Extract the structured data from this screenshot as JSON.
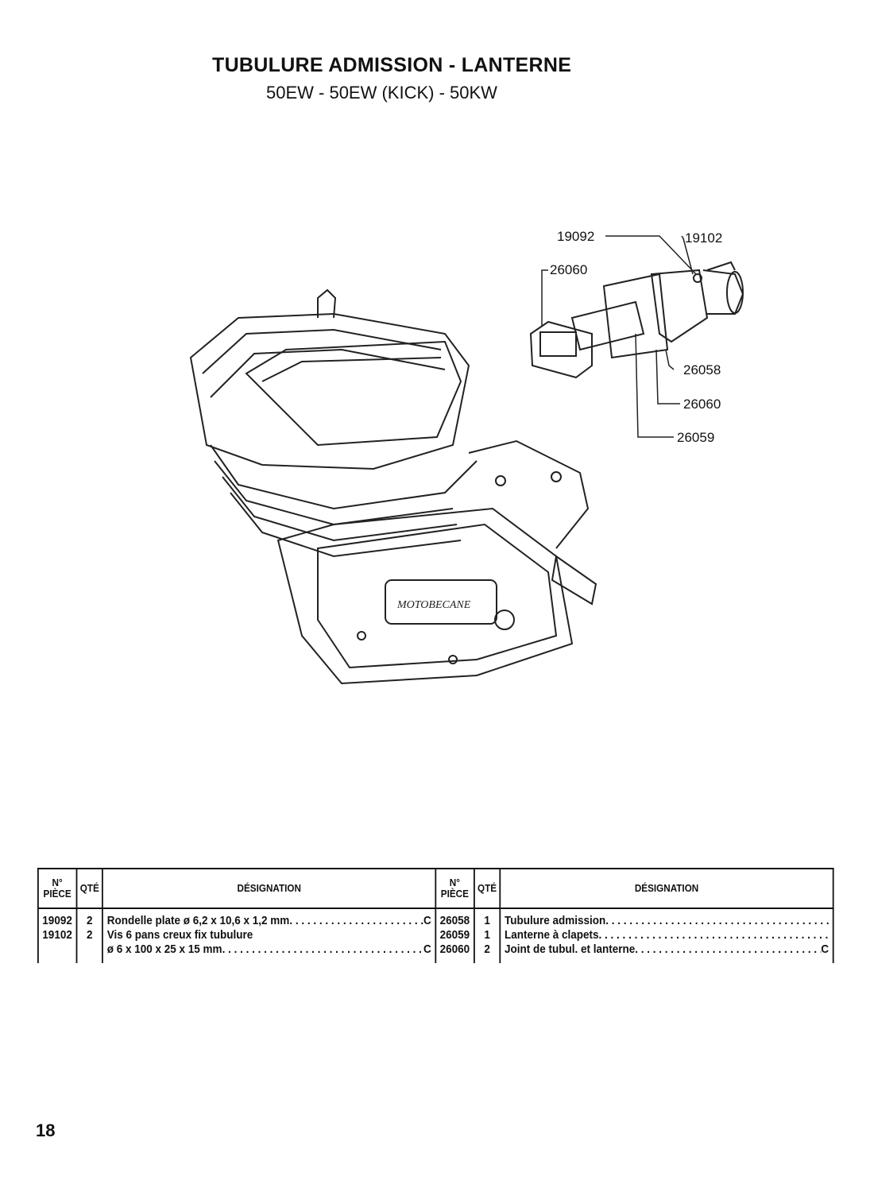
{
  "header": {
    "title": "TUBULURE ADMISSION - LANTERNE",
    "subtitle": "50EW - 50EW (KICK) - 50KW"
  },
  "diagram": {
    "brand_plate": "MOTOBECANE",
    "callouts": [
      "19092",
      "19102",
      "26060",
      "26058",
      "26060",
      "26059"
    ]
  },
  "table": {
    "headers": {
      "piece": "N° PIÈCE",
      "qte": "QTÉ",
      "designation": "DÉSIGNATION"
    },
    "left": [
      {
        "piece": "19092",
        "qte": "2",
        "designation": "Rondelle plate ø 6,2 x 10,6 x 1,2 mm",
        "code": "C"
      },
      {
        "piece": "19102",
        "qte": "2",
        "designation": "Vis 6 pans creux fix tubulure",
        "designation2": "ø 6 x 100 x 25 x 15 mm",
        "code": "C"
      }
    ],
    "right": [
      {
        "piece": "26058",
        "qte": "1",
        "designation": "Tubulure admission",
        "code": ""
      },
      {
        "piece": "26059",
        "qte": "1",
        "designation": "Lanterne à clapets",
        "code": ""
      },
      {
        "piece": "26060",
        "qte": "2",
        "designation": "Joint de tubul. et lanterne",
        "code": "C"
      }
    ]
  },
  "footer": {
    "page_number": "18"
  }
}
